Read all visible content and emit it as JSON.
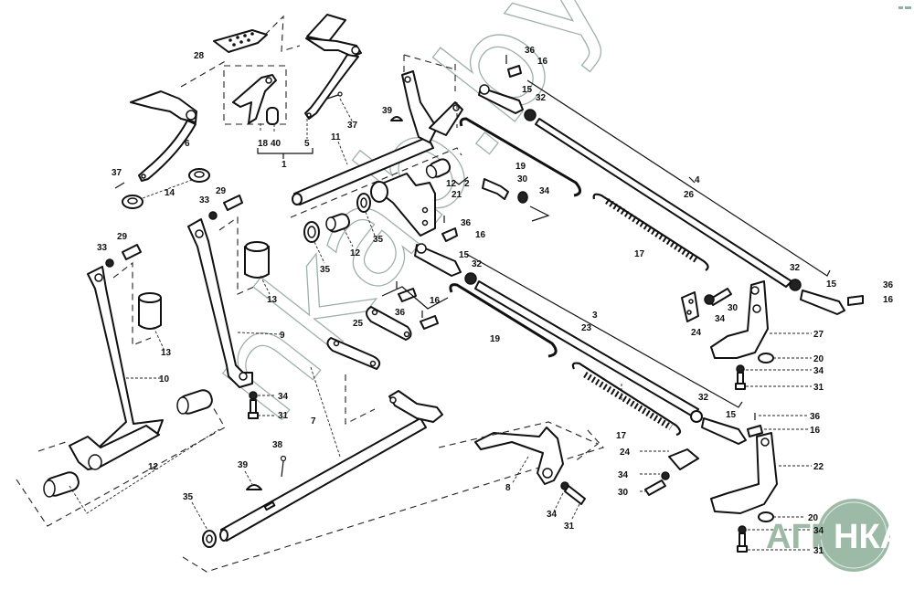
{
  "diagram": {
    "type": "exploded-parts-diagram",
    "subject": "Pedal and brake linkage assembly",
    "watermark": "nkab.by",
    "logo": {
      "left_text": "АГРО",
      "right_text": "НКА",
      "color": "#9dbaa7"
    },
    "corner_mark_color": "#8fb3a0",
    "part_numbers": [
      "1",
      "2",
      "3",
      "4",
      "5",
      "6",
      "7",
      "8",
      "9",
      "10",
      "11",
      "12",
      "13",
      "14",
      "15",
      "16",
      "17",
      "18",
      "19",
      "20",
      "21",
      "22",
      "23",
      "24",
      "25",
      "26",
      "27",
      "28",
      "29",
      "30",
      "31",
      "32",
      "33",
      "34",
      "35",
      "36",
      "37",
      "38",
      "39",
      "40"
    ],
    "callouts": [
      {
        "id": "c28",
        "text": "28"
      },
      {
        "id": "c6",
        "text": "6"
      },
      {
        "id": "c18",
        "text": "18"
      },
      {
        "id": "c40",
        "text": "40"
      },
      {
        "id": "c5",
        "text": "5"
      },
      {
        "id": "c1",
        "text": "1"
      },
      {
        "id": "c37a",
        "text": "37"
      },
      {
        "id": "c37b",
        "text": "37"
      },
      {
        "id": "c14",
        "text": "14"
      },
      {
        "id": "c39a",
        "text": "39"
      },
      {
        "id": "c11",
        "text": "11"
      },
      {
        "id": "c12a",
        "text": "12"
      },
      {
        "id": "c2",
        "text": "2"
      },
      {
        "id": "c21",
        "text": "21"
      },
      {
        "id": "c35a",
        "text": "35"
      },
      {
        "id": "c35b",
        "text": "35"
      },
      {
        "id": "c12b",
        "text": "12"
      },
      {
        "id": "c33a",
        "text": "33"
      },
      {
        "id": "c29a",
        "text": "29"
      },
      {
        "id": "c33b",
        "text": "33"
      },
      {
        "id": "c29b",
        "text": "29"
      },
      {
        "id": "c13a",
        "text": "13"
      },
      {
        "id": "c13b",
        "text": "13"
      },
      {
        "id": "c9",
        "text": "9"
      },
      {
        "id": "c10",
        "text": "10"
      },
      {
        "id": "c34a",
        "text": "34"
      },
      {
        "id": "c31a",
        "text": "31"
      },
      {
        "id": "c12c",
        "text": "12"
      },
      {
        "id": "c7",
        "text": "7"
      },
      {
        "id": "c38",
        "text": "38"
      },
      {
        "id": "c39b",
        "text": "39"
      },
      {
        "id": "c35c",
        "text": "35"
      },
      {
        "id": "c36a",
        "text": "36"
      },
      {
        "id": "c16a",
        "text": "16"
      },
      {
        "id": "c15a",
        "text": "15"
      },
      {
        "id": "c32a",
        "text": "32"
      },
      {
        "id": "c19a",
        "text": "19"
      },
      {
        "id": "c30a",
        "text": "30"
      },
      {
        "id": "c34b",
        "text": "34"
      },
      {
        "id": "c4",
        "text": "4"
      },
      {
        "id": "c26",
        "text": "26"
      },
      {
        "id": "c17a",
        "text": "17"
      },
      {
        "id": "c36b",
        "text": "36"
      },
      {
        "id": "c16b",
        "text": "16"
      },
      {
        "id": "c15b",
        "text": "15"
      },
      {
        "id": "c32b",
        "text": "32"
      },
      {
        "id": "c36c",
        "text": "36"
      },
      {
        "id": "c16c",
        "text": "16"
      },
      {
        "id": "c25",
        "text": "25"
      },
      {
        "id": "c19b",
        "text": "19"
      },
      {
        "id": "c3",
        "text": "3"
      },
      {
        "id": "c23",
        "text": "23"
      },
      {
        "id": "c32c",
        "text": "32"
      },
      {
        "id": "c15c",
        "text": "15"
      },
      {
        "id": "c36d",
        "text": "36"
      },
      {
        "id": "c16d",
        "text": "16"
      },
      {
        "id": "c24a",
        "text": "24"
      },
      {
        "id": "c30b",
        "text": "30"
      },
      {
        "id": "c34c",
        "text": "34"
      },
      {
        "id": "c27",
        "text": "27"
      },
      {
        "id": "c20a",
        "text": "20"
      },
      {
        "id": "c34d",
        "text": "34"
      },
      {
        "id": "c31b",
        "text": "31"
      },
      {
        "id": "c32d",
        "text": "32"
      },
      {
        "id": "c15d",
        "text": "15"
      },
      {
        "id": "c36e",
        "text": "36"
      },
      {
        "id": "c16e",
        "text": "16"
      },
      {
        "id": "c17b",
        "text": "17"
      },
      {
        "id": "c24b",
        "text": "24"
      },
      {
        "id": "c22",
        "text": "22"
      },
      {
        "id": "c34e",
        "text": "34"
      },
      {
        "id": "c30c",
        "text": "30"
      },
      {
        "id": "c8",
        "text": "8"
      },
      {
        "id": "c34f",
        "text": "34"
      },
      {
        "id": "c31c",
        "text": "31"
      },
      {
        "id": "c20b",
        "text": "20"
      },
      {
        "id": "c34g",
        "text": "34"
      },
      {
        "id": "c31d",
        "text": "31"
      }
    ]
  }
}
